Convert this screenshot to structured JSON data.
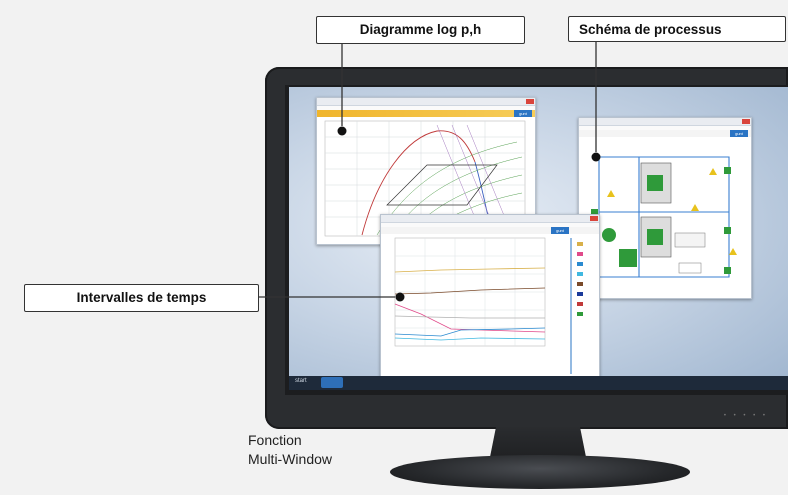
{
  "callouts": {
    "logph": "Diagramme log p,h",
    "process": "Schéma de processus",
    "intervals": "Intervalles de temps"
  },
  "caption": {
    "line1": "Fonction",
    "line2": "Multi-Window"
  },
  "colors": {
    "callout_border": "#333333",
    "app_yellow": "#f0b52c",
    "brand_blue": "#2a74c4",
    "screen_bg": "#c9d6e6"
  },
  "icons": [
    "monitor-icon",
    "app-logo-icon",
    "window-close-icon"
  ]
}
